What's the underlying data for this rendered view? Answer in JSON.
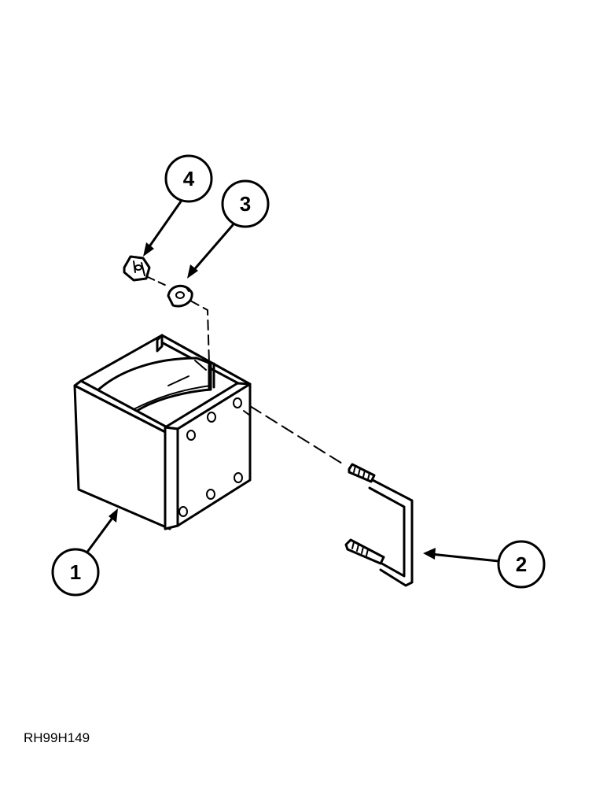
{
  "callouts": [
    {
      "id": "1",
      "label": "1"
    },
    {
      "id": "2",
      "label": "2"
    },
    {
      "id": "3",
      "label": "3"
    },
    {
      "id": "4",
      "label": "4"
    }
  ],
  "figure_code": "RH99H149",
  "colors": {
    "ink": "#000000",
    "background": "#ffffff"
  }
}
